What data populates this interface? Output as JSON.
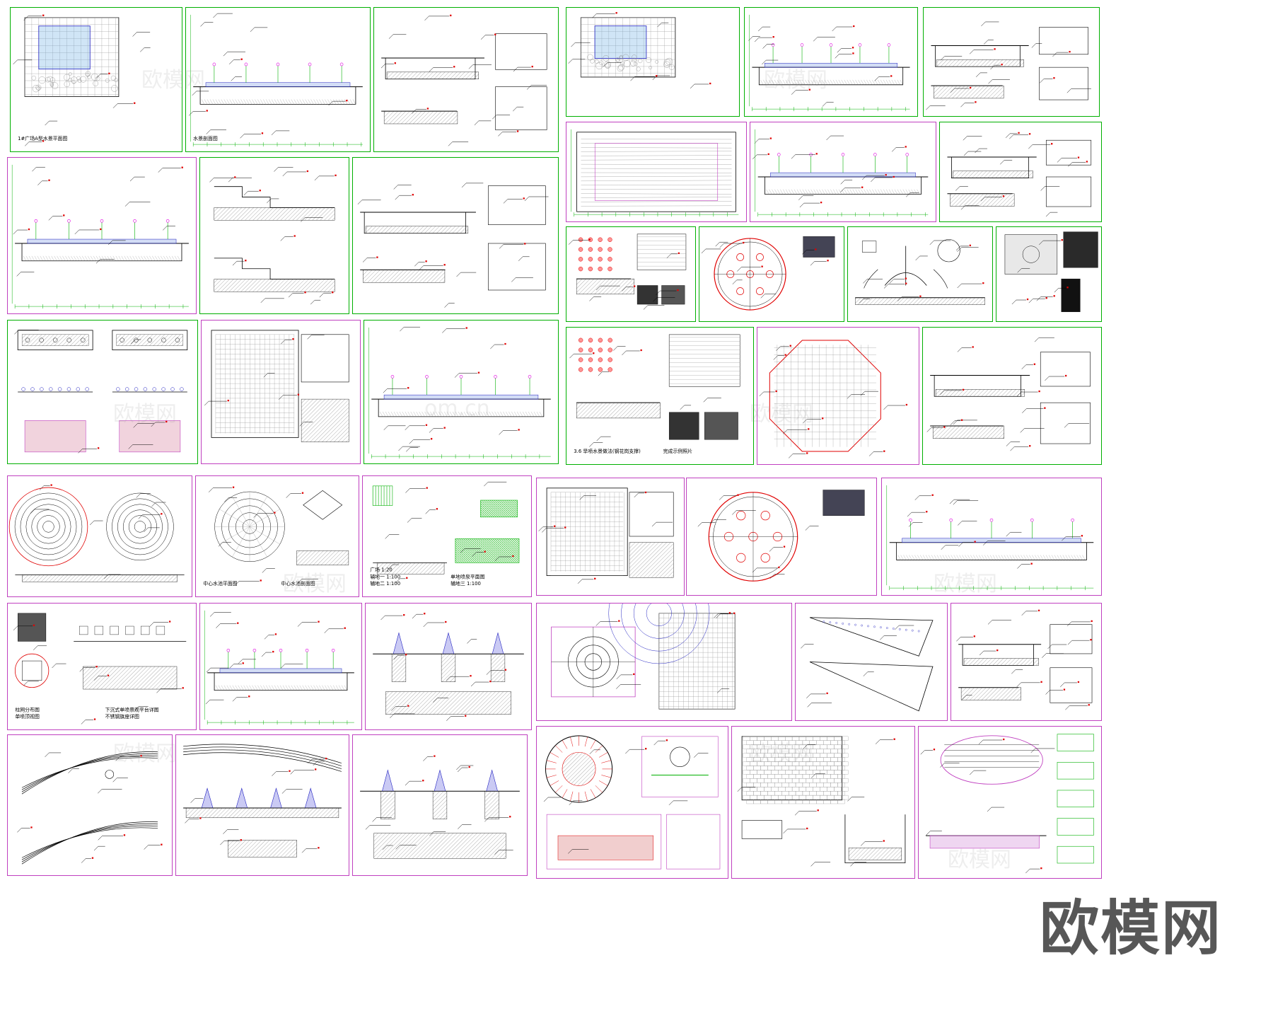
{
  "watermark": {
    "brand": "欧模网",
    "site": "om.cn"
  },
  "colors": {
    "frame_green": "#00b000",
    "frame_magenta": "#c040c0",
    "line": "#000000",
    "red": "#e00000",
    "blue": "#2020c0",
    "pink": "#e000e0",
    "stone": "#8a8a8a"
  },
  "labels": {
    "s1a": "1#广场A型水景平面图",
    "s1b": "水景剖面图",
    "s10b": "3.6 旱喷水景做法(钢花岗支撑)",
    "s10c": "完成示例照片",
    "s12b": "中心水池平面图",
    "s12c": "中心水池剖面图",
    "s13a": "辅地二 1:100",
    "s13b": "辅地三 1:100",
    "s13c": "辅地一 1:100",
    "s13d": "单地喷泉平面图",
    "s13e": "广场 1:20",
    "s18a": "单喷顶视图",
    "s18b": "不锈钢旗座详图",
    "s18c": "柱网分布图",
    "s18d": "下沉式单喷景观平台详图"
  }
}
